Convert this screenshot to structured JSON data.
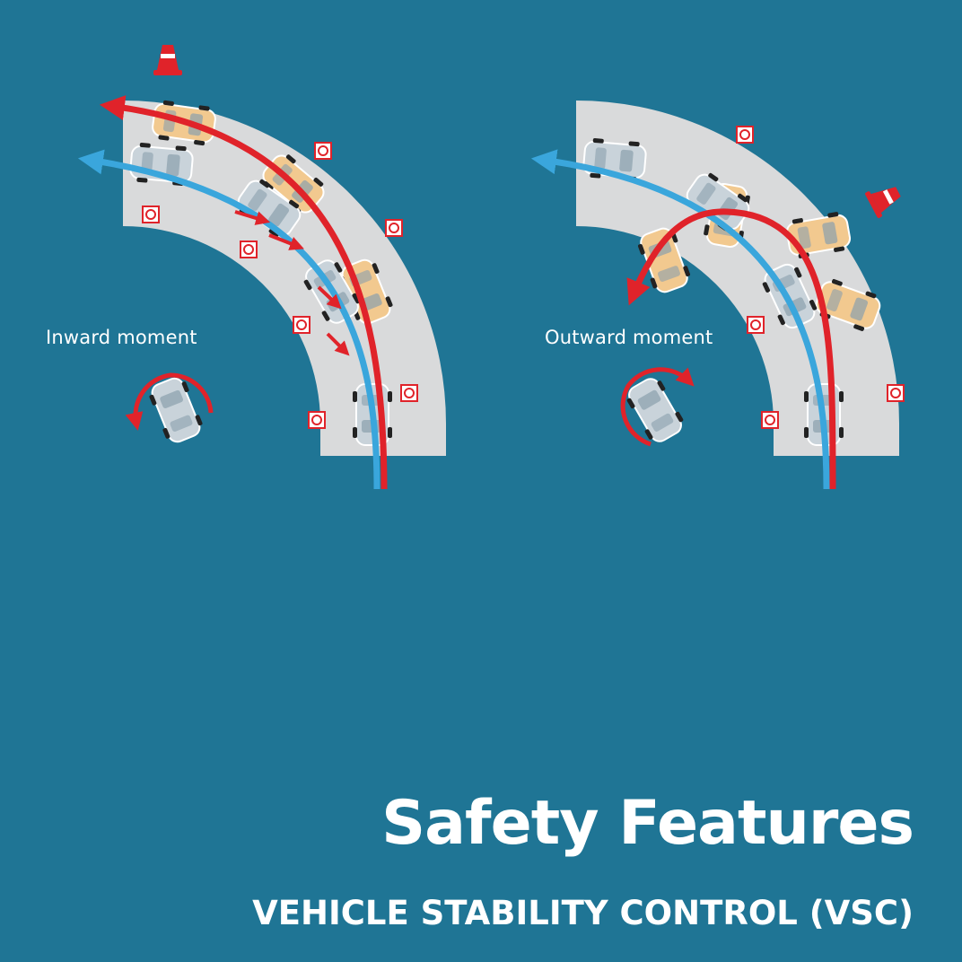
{
  "title": "Safety Features",
  "subtitle": "VEHICLE STABILITY CONTROL (VSC)",
  "diagrams": {
    "left_label": "Inward moment",
    "right_label": "Outward moment"
  },
  "colors": {
    "background": "#1f7595",
    "road": "#d9dadb",
    "red_path": "#e0232a",
    "blue_path": "#3aa6dc",
    "car_controlled": "#c9d3da",
    "car_uncontrolled": "#f2c98f"
  }
}
